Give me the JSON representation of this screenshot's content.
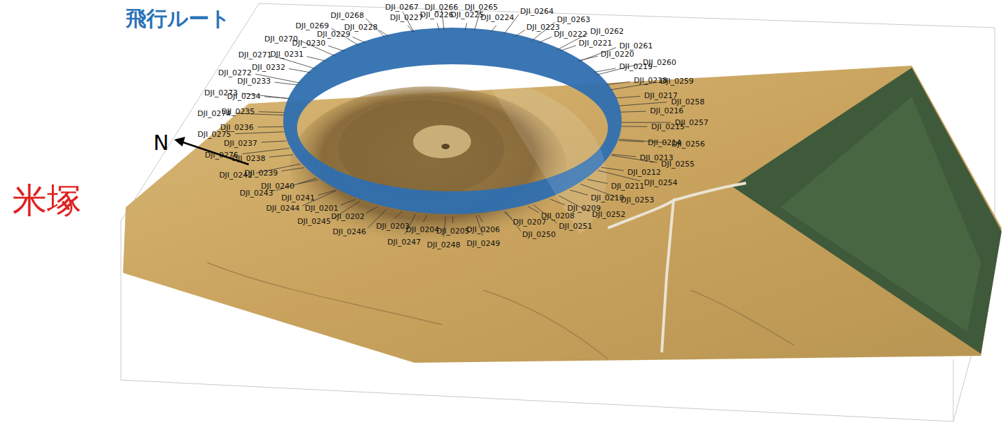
{
  "diagram": {
    "labels": [
      "飛行ルート",
      "米塚",
      "N",
      "DJI_0201",
      "DJI_0202",
      "DJI_0203",
      "DJI_0204",
      "DJI_0205",
      "DJI_0206",
      "DJI_0207",
      "DJI_0208",
      "DJI_0209",
      "DJI_0210",
      "DJI_0211",
      "DJI_0212",
      "DJI_0213",
      "DJI_0214",
      "DJI_0215",
      "DJI_0216",
      "DJI_0217",
      "DJI_0218",
      "DJI_0219",
      "DJI_0220",
      "DJI_0221",
      "DJI_0222",
      "DJI_0223",
      "DJI_0224",
      "DJI_0225",
      "DJI_0226",
      "DJI_0227",
      "DJI_0228",
      "DJI_0229",
      "DJI_0230",
      "DJI_0231",
      "DJI_0232",
      "DJI_0233",
      "DJI_0234",
      "DJI_0235",
      "DJI_0236",
      "DJI_0237",
      "DJI_0238",
      "DJI_0239",
      "DJI_0240",
      "DJI_0241",
      "DJI_0242",
      "DJI_0243",
      "DJI_0244",
      "DJI_0245",
      "DJI_0246",
      "DJI_0247",
      "DJI_0248",
      "DJI_0249",
      "DJI_0250",
      "DJI_0251",
      "DJI_0252",
      "DJI_0253",
      "DJI_0254",
      "DJI_0255",
      "DJI_0256",
      "DJI_0257",
      "DJI_0258",
      "DJI_0259",
      "DJI_0260",
      "DJI_0261",
      "DJI_0262",
      "DJI_0263",
      "DJI_0264",
      "DJI_0265",
      "DJI_0266",
      "DJI_0267",
      "DJI_0268",
      "DJI_0269",
      "DJI_0270",
      "DJI_0271",
      "DJI_0272",
      "DJI_0273",
      "DJI_0274",
      "DJI_0275",
      "DJI_0276"
    ]
  }
}
